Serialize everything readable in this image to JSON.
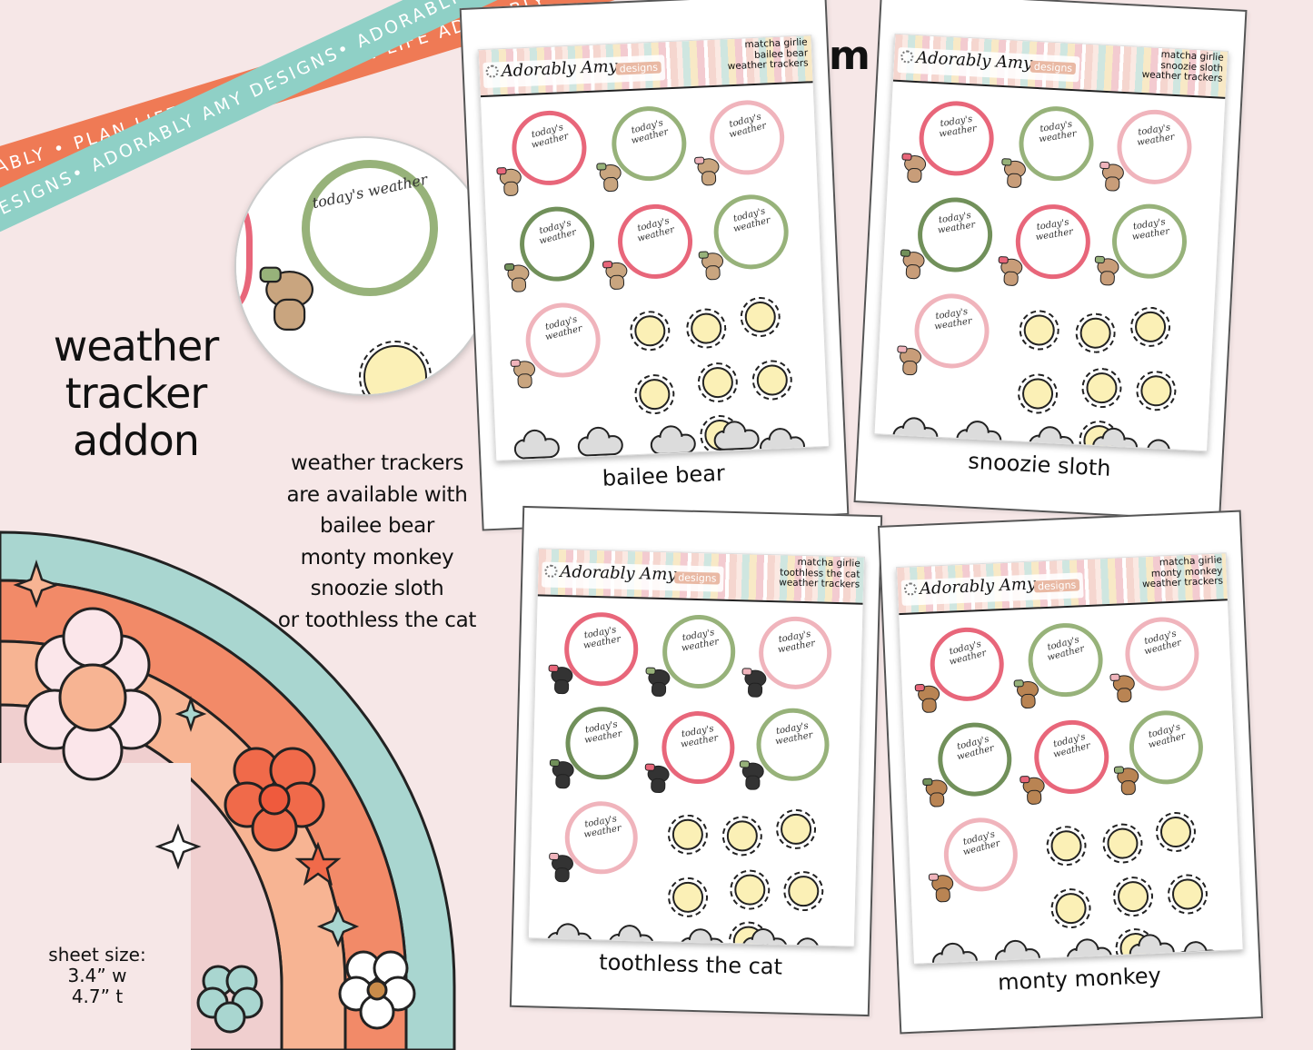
{
  "ribbons": [
    {
      "text": "PLAN LIFE ADORABLY • PLAN LIFE ADORABLY • PLAN LIFE ADORABLY • PLAN LIFE ADORABLY •",
      "color": "#ef7a55"
    },
    {
      "text": "ADORABLY AMY DESIGNS• ADORABLY AMY DESIGNS• ADORABLY AMY DESIGNS• ADORABLY AMY DESIGNS•",
      "color": "#8fd0c6"
    }
  ],
  "headline": [
    "weather",
    "tracker",
    "addon"
  ],
  "blurb": [
    "weather trackers",
    "are available with",
    "bailee bear",
    "monty monkey",
    "snoozie sloth",
    "or toothless the cat"
  ],
  "sheet_size": [
    "sheet size:",
    "3.4” w",
    "4.7” t"
  ],
  "size_mark": "m",
  "zoom": {
    "label": "today's weather"
  },
  "sheets": [
    {
      "title": [
        "matcha girlie",
        "bailee bear",
        "weather trackers"
      ],
      "caption": "bailee bear",
      "critter_color": "#c9a57f"
    },
    {
      "title": [
        "matcha girlie",
        "snoozie sloth",
        "weather trackers"
      ],
      "caption": "snoozie sloth",
      "critter_color": "#c89d79"
    },
    {
      "title": [
        "matcha girlie",
        "toothless the cat",
        "weather trackers"
      ],
      "caption": "toothless the cat",
      "critter_color": "#333333"
    },
    {
      "title": [
        "matcha girlie",
        "monty monkey",
        "weather trackers"
      ],
      "caption": "monty monkey",
      "critter_color": "#b98453"
    }
  ],
  "brand": {
    "logo": "Adorably Amy",
    "logo_sub": "designs"
  },
  "tracker_label": "today's weather",
  "colors": {
    "background": "#f6e7e7",
    "pink": "#e8667a",
    "green": "#97b27a",
    "dark_green": "#71905a",
    "light_pink": "#f0b4bc",
    "sun": "#fbf0b6",
    "cloud": "#dcdcdc"
  }
}
